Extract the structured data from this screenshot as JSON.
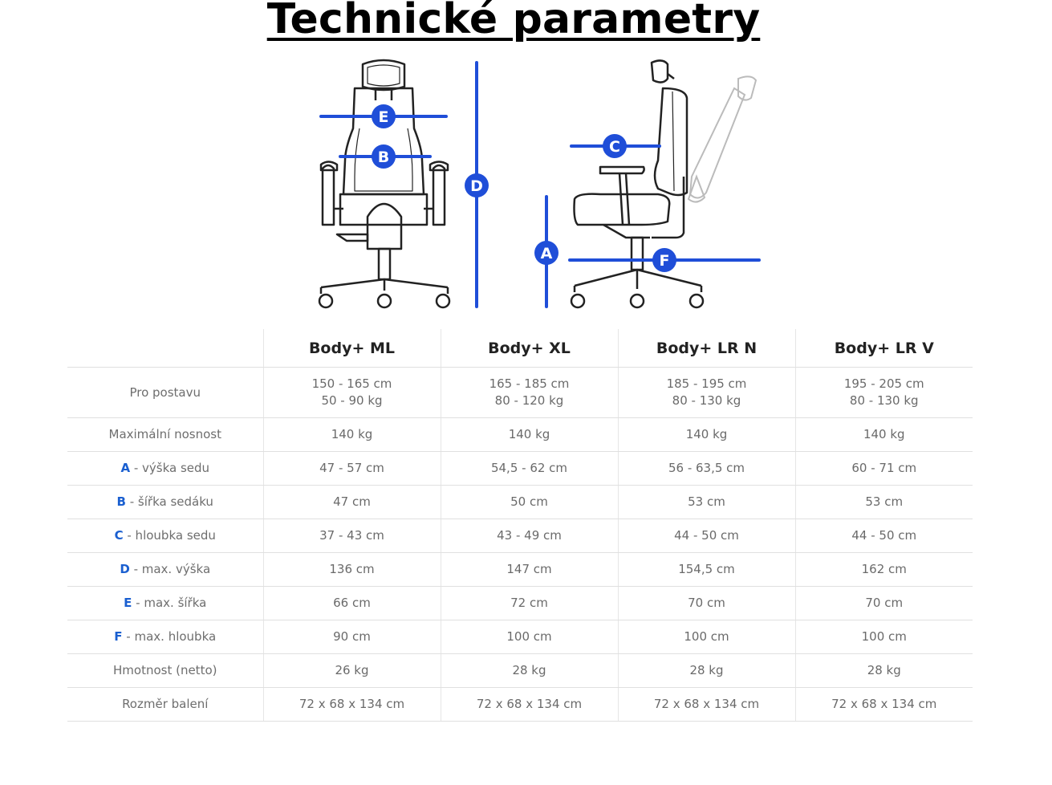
{
  "title": "Technické parametry",
  "diagram": {
    "markers": [
      "A",
      "B",
      "C",
      "D",
      "E",
      "F"
    ],
    "accent_color": "#1f4ed8"
  },
  "table": {
    "columns": [
      "Body+ ML",
      "Body+ XL",
      "Body+ LR N",
      "Body+ LR V"
    ],
    "rows": [
      {
        "letter": "",
        "label": "Pro postavu",
        "cells": [
          [
            "150 - 165 cm",
            "50 - 90 kg"
          ],
          [
            "165 - 185 cm",
            "80 - 120 kg"
          ],
          [
            "185 - 195 cm",
            "80 - 130 kg"
          ],
          [
            "195 - 205 cm",
            "80 - 130 kg"
          ]
        ]
      },
      {
        "letter": "",
        "label": "Maximální nosnost",
        "cells": [
          [
            "140 kg"
          ],
          [
            "140 kg"
          ],
          [
            "140 kg"
          ],
          [
            "140 kg"
          ]
        ]
      },
      {
        "letter": "A",
        "label": " - výška sedu",
        "cells": [
          [
            "47 - 57 cm"
          ],
          [
            "54,5 - 62 cm"
          ],
          [
            "56 - 63,5 cm"
          ],
          [
            "60 - 71 cm"
          ]
        ]
      },
      {
        "letter": "B",
        "label": " - šířka sedáku",
        "cells": [
          [
            "47 cm"
          ],
          [
            "50 cm"
          ],
          [
            "53 cm"
          ],
          [
            "53 cm"
          ]
        ]
      },
      {
        "letter": "C",
        "label": " - hloubka sedu",
        "cells": [
          [
            "37 - 43 cm"
          ],
          [
            "43 - 49 cm"
          ],
          [
            "44 - 50 cm"
          ],
          [
            "44 - 50 cm"
          ]
        ]
      },
      {
        "letter": "D",
        "label": " - max. výška",
        "cells": [
          [
            "136 cm"
          ],
          [
            "147 cm"
          ],
          [
            "154,5 cm"
          ],
          [
            "162 cm"
          ]
        ]
      },
      {
        "letter": "E",
        "label": " - max. šířka",
        "cells": [
          [
            "66 cm"
          ],
          [
            "72 cm"
          ],
          [
            "70 cm"
          ],
          [
            "70 cm"
          ]
        ]
      },
      {
        "letter": "F",
        "label": " - max. hloubka",
        "cells": [
          [
            "90 cm"
          ],
          [
            "100 cm"
          ],
          [
            "100 cm"
          ],
          [
            "100 cm"
          ]
        ]
      },
      {
        "letter": "",
        "label": "Hmotnost (netto)",
        "cells": [
          [
            "26 kg"
          ],
          [
            "28 kg"
          ],
          [
            "28 kg"
          ],
          [
            "28 kg"
          ]
        ]
      },
      {
        "letter": "",
        "label": "Rozměr balení",
        "cells": [
          [
            "72 x 68 x 134 cm"
          ],
          [
            "72 x 68 x 134 cm"
          ],
          [
            "72 x 68 x 134 cm"
          ],
          [
            "72 x 68 x 134 cm"
          ]
        ]
      }
    ]
  }
}
